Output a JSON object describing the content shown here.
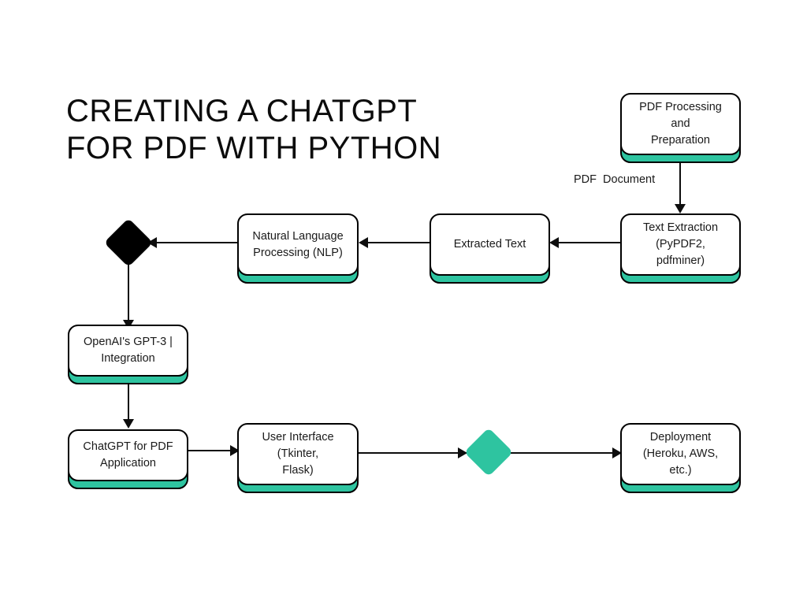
{
  "diagram": {
    "title": "CREATING A CHATGPT\nFOR PDF WITH PYTHON",
    "colors": {
      "accent_teal": "#2ec4a0",
      "outline_black": "#000000",
      "background": "#ffffff",
      "text": "#1a1a1a"
    },
    "nodes": [
      {
        "id": "pdf-processing",
        "label": "PDF Processing\nand\nPreparation",
        "shape": "rounded-rect",
        "accent": "#2ec4a0"
      },
      {
        "id": "text-extraction",
        "label": "Text Extraction\n(PyPDF2,\npdfminer)",
        "shape": "rounded-rect",
        "accent": "#2ec4a0"
      },
      {
        "id": "extracted-text",
        "label": "Extracted Text",
        "shape": "rounded-rect",
        "accent": "#2ec4a0"
      },
      {
        "id": "nlp",
        "label": "Natural Language\nProcessing  (NLP)",
        "shape": "rounded-rect",
        "accent": "#2ec4a0"
      },
      {
        "id": "decision-black",
        "label": "",
        "shape": "diamond",
        "accent": "#000000"
      },
      {
        "id": "gpt3-integration",
        "label": "OpenAI's GPT-3 |\nIntegration",
        "shape": "rounded-rect",
        "accent": "#2ec4a0"
      },
      {
        "id": "chatgpt-pdf-app",
        "label": "ChatGPT for PDF\nApplication",
        "shape": "rounded-rect",
        "accent": "#2ec4a0"
      },
      {
        "id": "user-interface",
        "label": "User Interface\n(Tkinter,\nFlask)",
        "shape": "rounded-rect",
        "accent": "#2ec4a0"
      },
      {
        "id": "decision-teal",
        "label": "",
        "shape": "diamond",
        "accent": "#2ec4a0"
      },
      {
        "id": "deployment",
        "label": "Deployment\n(Heroku, AWS,\netc.)",
        "shape": "rounded-rect",
        "accent": "#2ec4a0"
      }
    ],
    "edges": [
      {
        "id": "e1",
        "from": "pdf-processing",
        "to": "text-extraction",
        "label": "PDF  Document",
        "direction": "down"
      },
      {
        "id": "e2",
        "from": "text-extraction",
        "to": "extracted-text",
        "label": "",
        "direction": "left"
      },
      {
        "id": "e3",
        "from": "extracted-text",
        "to": "nlp",
        "label": "",
        "direction": "left"
      },
      {
        "id": "e4",
        "from": "nlp",
        "to": "decision-black",
        "label": "",
        "direction": "left"
      },
      {
        "id": "e5",
        "from": "decision-black",
        "to": "gpt3-integration",
        "label": "",
        "direction": "down"
      },
      {
        "id": "e6",
        "from": "gpt3-integration",
        "to": "chatgpt-pdf-app",
        "label": "",
        "direction": "down"
      },
      {
        "id": "e7",
        "from": "chatgpt-pdf-app",
        "to": "user-interface",
        "label": "",
        "direction": "right"
      },
      {
        "id": "e8",
        "from": "user-interface",
        "to": "decision-teal",
        "label": "",
        "direction": "right"
      },
      {
        "id": "e9",
        "from": "decision-teal",
        "to": "deployment",
        "label": "",
        "direction": "right"
      }
    ]
  }
}
